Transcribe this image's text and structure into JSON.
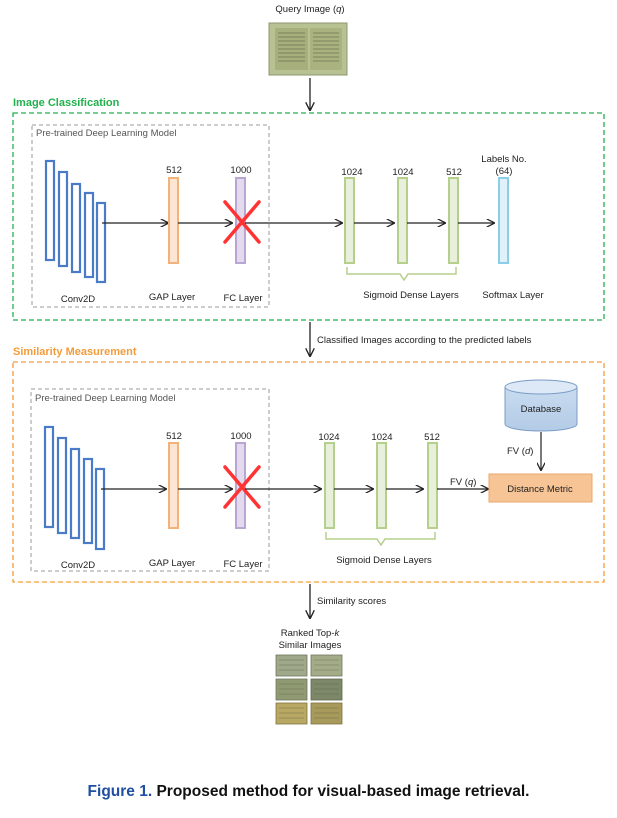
{
  "query": {
    "label_pre": "Query Image (",
    "label_var": "q",
    "label_post": ")",
    "color": "#bfc69a"
  },
  "classification": {
    "title": "Image Classification",
    "model_title": "Pre-trained Deep Learning Model",
    "labels": {
      "conv2d": "Conv2D",
      "gap": "GAP Layer",
      "fc": "FC Layer",
      "sigmoid": "Sigmoid Dense Layers",
      "softmax": "Softmax Layer"
    },
    "numbers": {
      "gap": "512",
      "fc": "1000",
      "d1": "1024",
      "d2": "1024",
      "d3": "512"
    },
    "labels_no": {
      "line1": "Labels No.",
      "line2": "(64)"
    }
  },
  "arrow_mid_label": "Classified Images according to the predicted labels",
  "similarity": {
    "title": "Similarity Measurement",
    "model_title": "Pre-trained Deep Learning Model",
    "labels": {
      "conv2d": "Conv2D",
      "gap": "GAP Layer",
      "fc": "FC Layer",
      "sigmoid": "Sigmoid Dense Layers"
    },
    "numbers": {
      "gap": "512",
      "fc": "1000",
      "d1": "1024",
      "d2": "1024",
      "d3": "512"
    },
    "database": "Database",
    "fv_d": {
      "pre": "FV (",
      "var": "d",
      "post": ")"
    },
    "fv_q": {
      "pre": "FV (",
      "var": "q",
      "post": ")"
    },
    "distance_metric": "Distance Metric"
  },
  "similarity_scores": "Similarity scores",
  "ranked": {
    "line1_pre": "Ranked Top-",
    "line1_var": "k",
    "line2": "Similar Images"
  },
  "caption": {
    "figure": "Figure 1.",
    "text": " Proposed method for visual-based image retrieval."
  },
  "colors": {
    "green": "#22b14c",
    "orange": "#f39c3c",
    "conv_blue": "#4a7bc8",
    "gap_orange": "#f3b27a",
    "fc_purple": "#b9a6d3",
    "dense_green": "#b5cf8c",
    "softmax_blue": "#8ccde8",
    "cross_red": "#ff3333",
    "distance_fill": "#f7c495"
  },
  "icons": [
    "query-image-thumbnail",
    "database-cylinder-icon",
    "cross-icon",
    "ranked-image-thumbnails"
  ]
}
